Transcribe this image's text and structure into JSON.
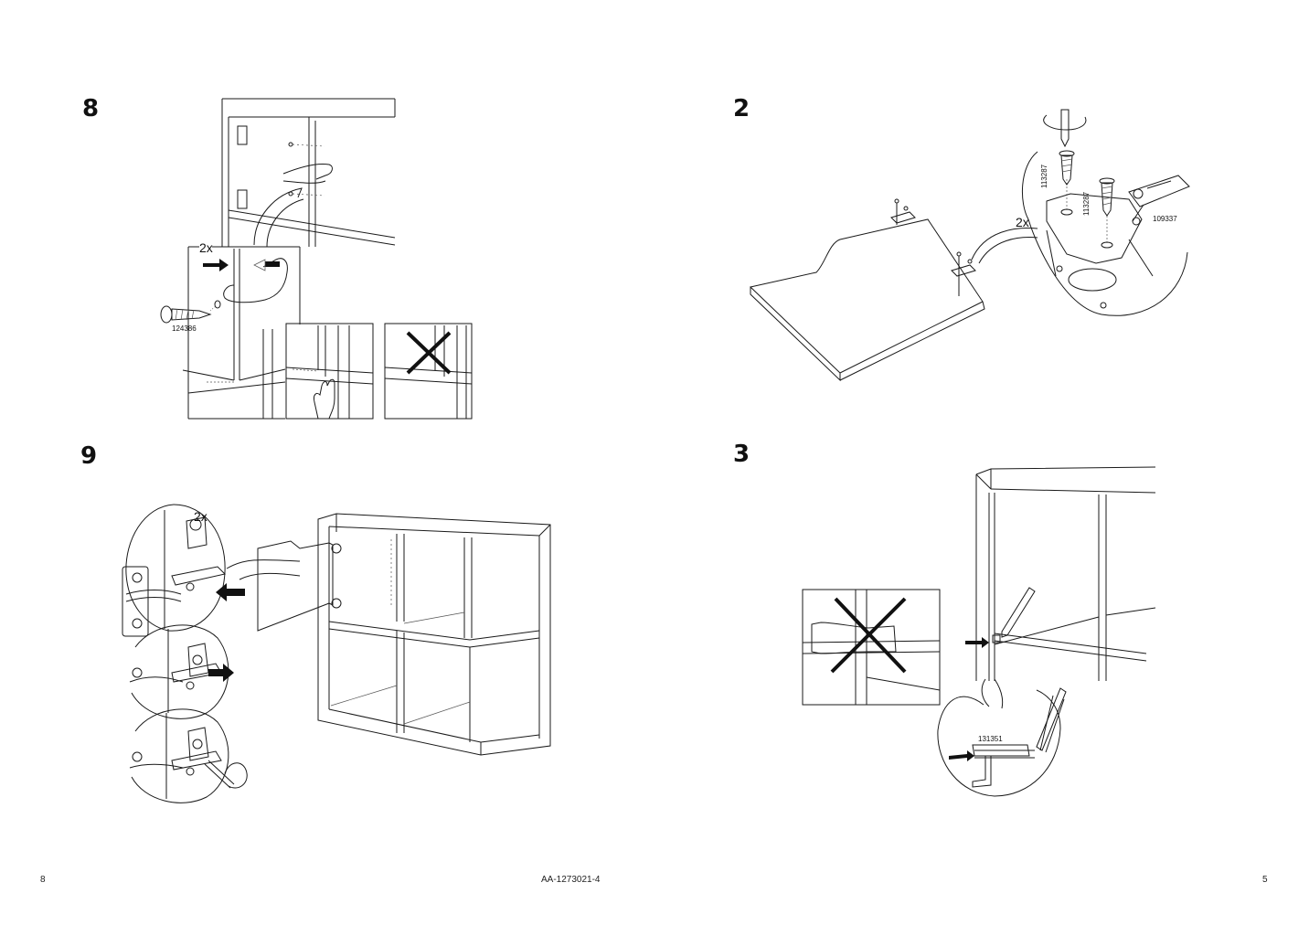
{
  "steps": [
    {
      "number": "8",
      "quantity": "2x",
      "part_number": "124386"
    },
    {
      "number": "9",
      "quantity": "2x"
    },
    {
      "number": "2",
      "quantity": "2x",
      "part_numbers": [
        "113287",
        "113287",
        "109337"
      ]
    },
    {
      "number": "3",
      "part_number": "131351"
    }
  ],
  "footer": {
    "left_page": "8",
    "doc_id": "AA-1273021-4",
    "right_page": "5"
  },
  "icons": {
    "arrow": "arrow-right-icon",
    "cross": "prohibited-cross-icon",
    "pointing_hand": "pointing-hand-icon",
    "rotate": "rotate-arrow-icon"
  }
}
